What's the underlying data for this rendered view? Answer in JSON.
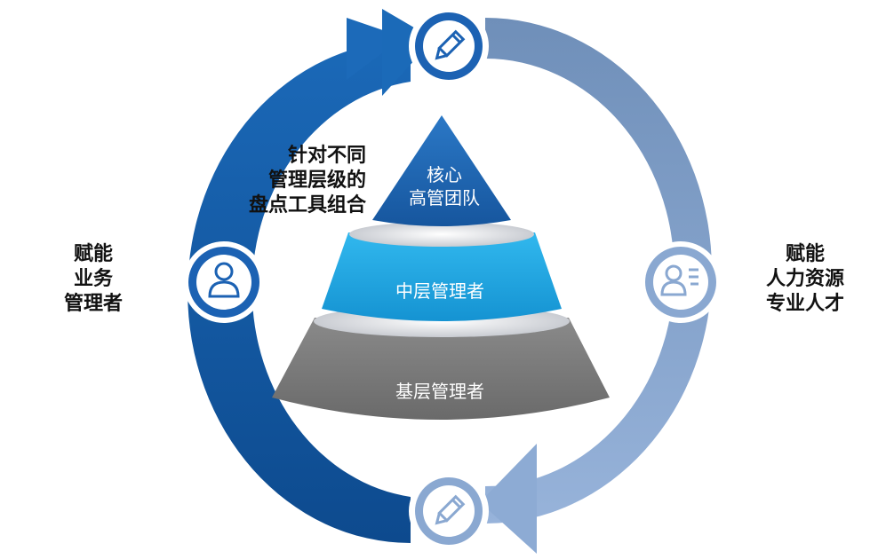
{
  "left_label": {
    "lines": [
      "赋能",
      "业务",
      "管理者"
    ]
  },
  "right_label": {
    "lines": [
      "赋能",
      "人力资源",
      "专业人才"
    ]
  },
  "center_label": {
    "lines": [
      "针对不同",
      "管理层级的",
      "盘点工具组合"
    ]
  },
  "pyramid": {
    "top": {
      "lines": [
        "核心",
        "高管团队"
      ]
    },
    "middle": {
      "label": "中层管理者"
    },
    "base": {
      "label": "基层管理者"
    }
  },
  "colors": {
    "left_arrow": "#1a5ea8",
    "right_arrow": "#7f9dc6",
    "top_tier": "#1e64b4",
    "middle_tier": "#21a8e3",
    "base_tier": "#7f7f7f",
    "icon_ring_dark": "#1c62b3",
    "icon_ring_light": "#8aa8d1"
  },
  "icons": [
    "pencil-icon",
    "user-icon",
    "user-profile-icon",
    "pencil-icon"
  ]
}
